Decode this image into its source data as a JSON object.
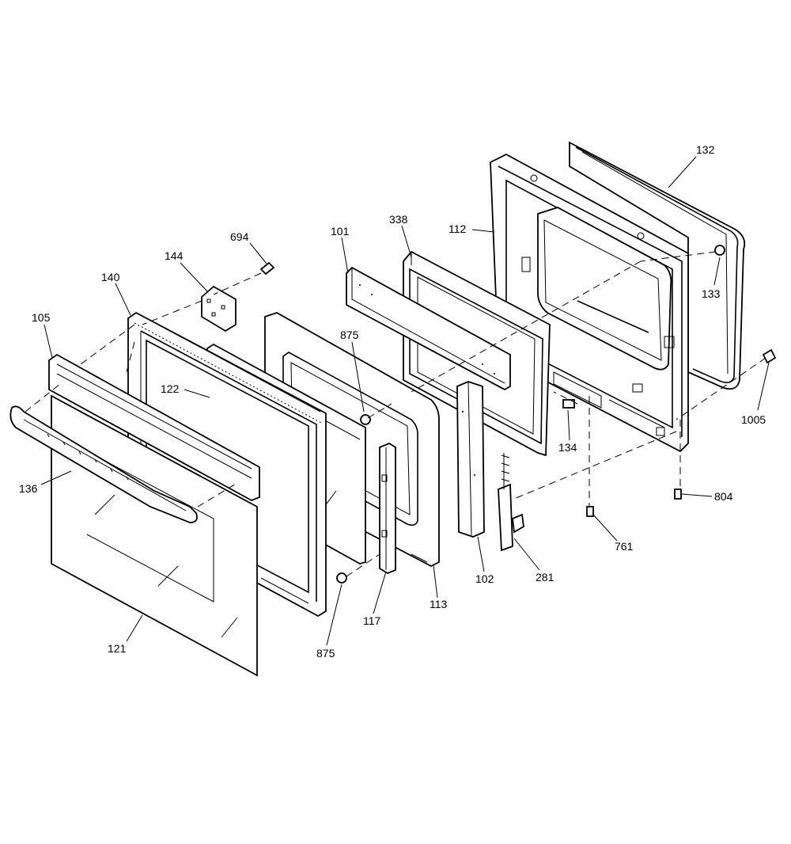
{
  "parts": [
    {
      "id": "p132",
      "label": "132"
    },
    {
      "id": "p112",
      "label": "112"
    },
    {
      "id": "p133",
      "label": "133"
    },
    {
      "id": "p338",
      "label": "338"
    },
    {
      "id": "p101",
      "label": "101"
    },
    {
      "id": "p694",
      "label": "694"
    },
    {
      "id": "p144",
      "label": "144"
    },
    {
      "id": "p140",
      "label": "140"
    },
    {
      "id": "p105",
      "label": "105"
    },
    {
      "id": "p875a",
      "label": "875"
    },
    {
      "id": "p122",
      "label": "122"
    },
    {
      "id": "p1005",
      "label": "1005"
    },
    {
      "id": "p134",
      "label": "134"
    },
    {
      "id": "p136",
      "label": "136"
    },
    {
      "id": "p804",
      "label": "804"
    },
    {
      "id": "p761",
      "label": "761"
    },
    {
      "id": "p281",
      "label": "281"
    },
    {
      "id": "p102",
      "label": "102"
    },
    {
      "id": "p113",
      "label": "113"
    },
    {
      "id": "p117",
      "label": "117"
    },
    {
      "id": "p121",
      "label": "121"
    },
    {
      "id": "p875b",
      "label": "875"
    }
  ]
}
